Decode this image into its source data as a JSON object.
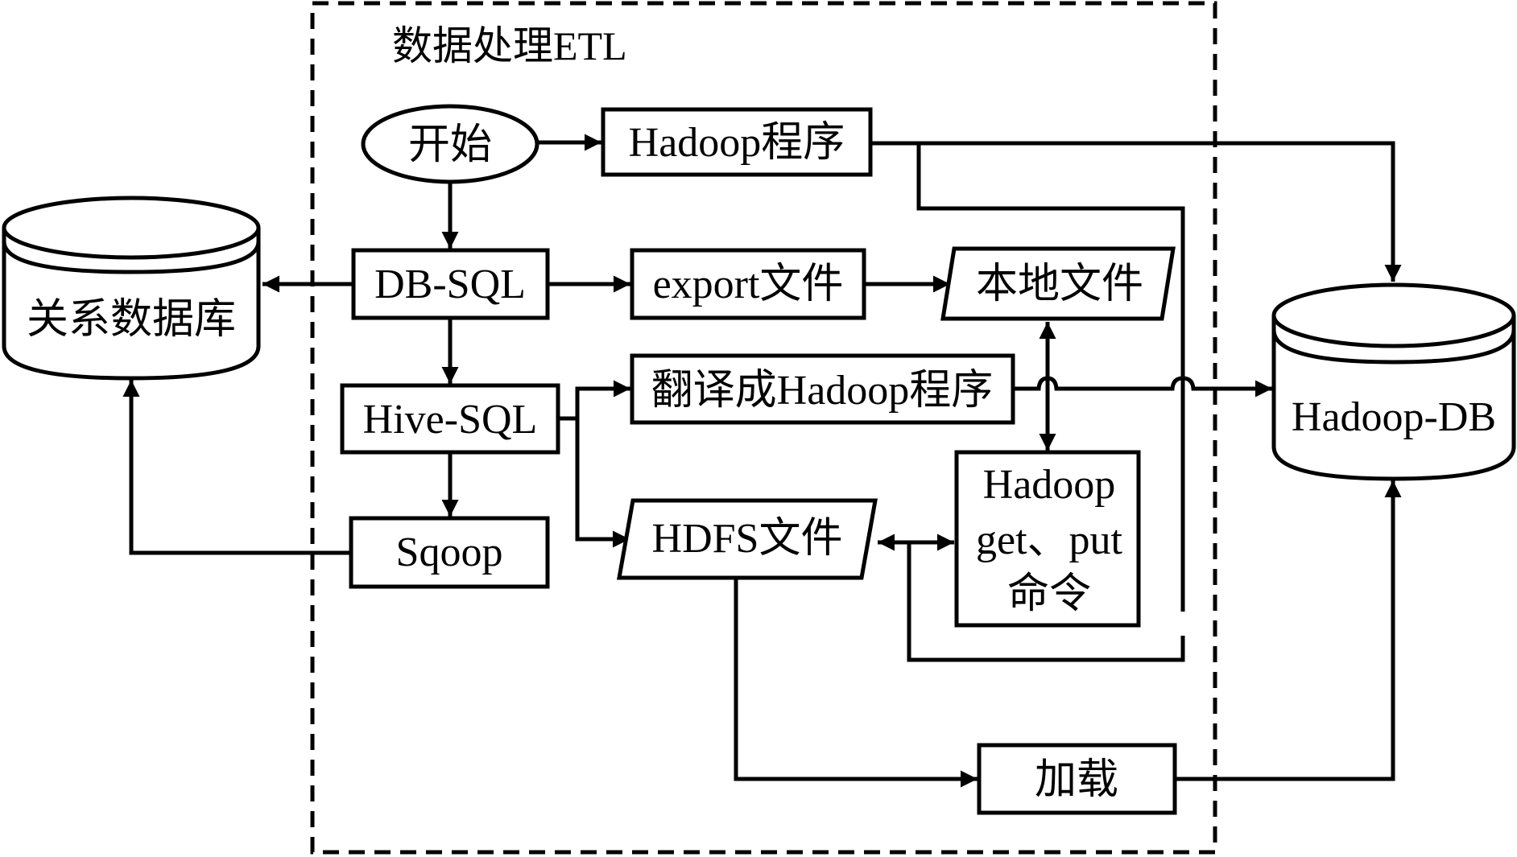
{
  "diagram": {
    "group_title": "数据处理ETL",
    "nodes": {
      "start": "开始",
      "hadoop_program": "Hadoop程序",
      "db_sql": "DB-SQL",
      "export_file": "export文件",
      "local_file": "本地文件",
      "translate": "翻译成Hadoop程序",
      "hive_sql": "Hive-SQL",
      "sqoop": "Sqoop",
      "hdfs_file": "HDFS文件",
      "hadoop_cmd_line1": "Hadoop",
      "hadoop_cmd_line2": "get、put",
      "hadoop_cmd_line3": "命令",
      "load": "加载",
      "relational_db": "关系数据库",
      "hadoop_db": "Hadoop-DB"
    },
    "edges": [
      {
        "from": "开始",
        "to": "Hadoop程序"
      },
      {
        "from": "开始",
        "to": "DB-SQL"
      },
      {
        "from": "Hadoop程序",
        "to": "Hadoop-DB"
      },
      {
        "from": "Hadoop程序",
        "to": "Hadoop get、put 命令"
      },
      {
        "from": "DB-SQL",
        "to": "关系数据库"
      },
      {
        "from": "DB-SQL",
        "to": "export文件"
      },
      {
        "from": "DB-SQL",
        "to": "Hive-SQL"
      },
      {
        "from": "export文件",
        "to": "本地文件"
      },
      {
        "from": "本地文件",
        "to": "Hadoop get、put 命令",
        "bidirectional": true
      },
      {
        "from": "Hive-SQL",
        "to": "翻译成Hadoop程序"
      },
      {
        "from": "Hive-SQL",
        "to": "HDFS文件"
      },
      {
        "from": "Hive-SQL",
        "to": "Sqoop"
      },
      {
        "from": "翻译成Hadoop程序",
        "to": "Hadoop-DB"
      },
      {
        "from": "Sqoop",
        "to": "关系数据库"
      },
      {
        "from": "HDFS文件",
        "to": "Hadoop get、put 命令",
        "bidirectional": true
      },
      {
        "from": "HDFS文件",
        "to": "加载"
      },
      {
        "from": "加载",
        "to": "Hadoop-DB"
      }
    ]
  }
}
